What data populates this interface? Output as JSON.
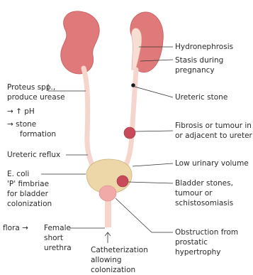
{
  "labels": {
    "hydronephrosis": "Hydronephrosis",
    "stasis": [
      "Stasis during",
      "pregnancy"
    ],
    "ureteric_stone": "Ureteric stone",
    "fibrosis": [
      "Fibrosis or tumour in",
      "or adjacent to ureter"
    ],
    "low_volume": "Low urinary volume",
    "bladder_stones": [
      "Bladder stones,",
      "tumour or",
      "schistosomiasis"
    ],
    "obstruction": [
      "Obstruction from",
      "prostatic",
      "hypertrophy"
    ],
    "proteus": [
      "Proteus spp.,",
      "produce urease"
    ],
    "ph": "→ ↑ pH",
    "stone": [
      "→ stone",
      "formation"
    ],
    "reflux": "Ureteric reflux",
    "ecoli": [
      "E. coli",
      "'P' fimbriae",
      "for bladder",
      "colonization"
    ],
    "flora": "flora →",
    "female": [
      "Female",
      "short",
      "urethra"
    ],
    "catheter": [
      "Catheterization",
      "allowing",
      "colonization"
    ]
  },
  "colors": {
    "kidney": "#e07a7a",
    "kidney_dark": "#c85a5a",
    "ureter": "#f6d6cc",
    "bladder": "#edd6a8",
    "prostate": "#f2aaa8",
    "lesion": "#c84a5a",
    "leader": "#333333"
  }
}
